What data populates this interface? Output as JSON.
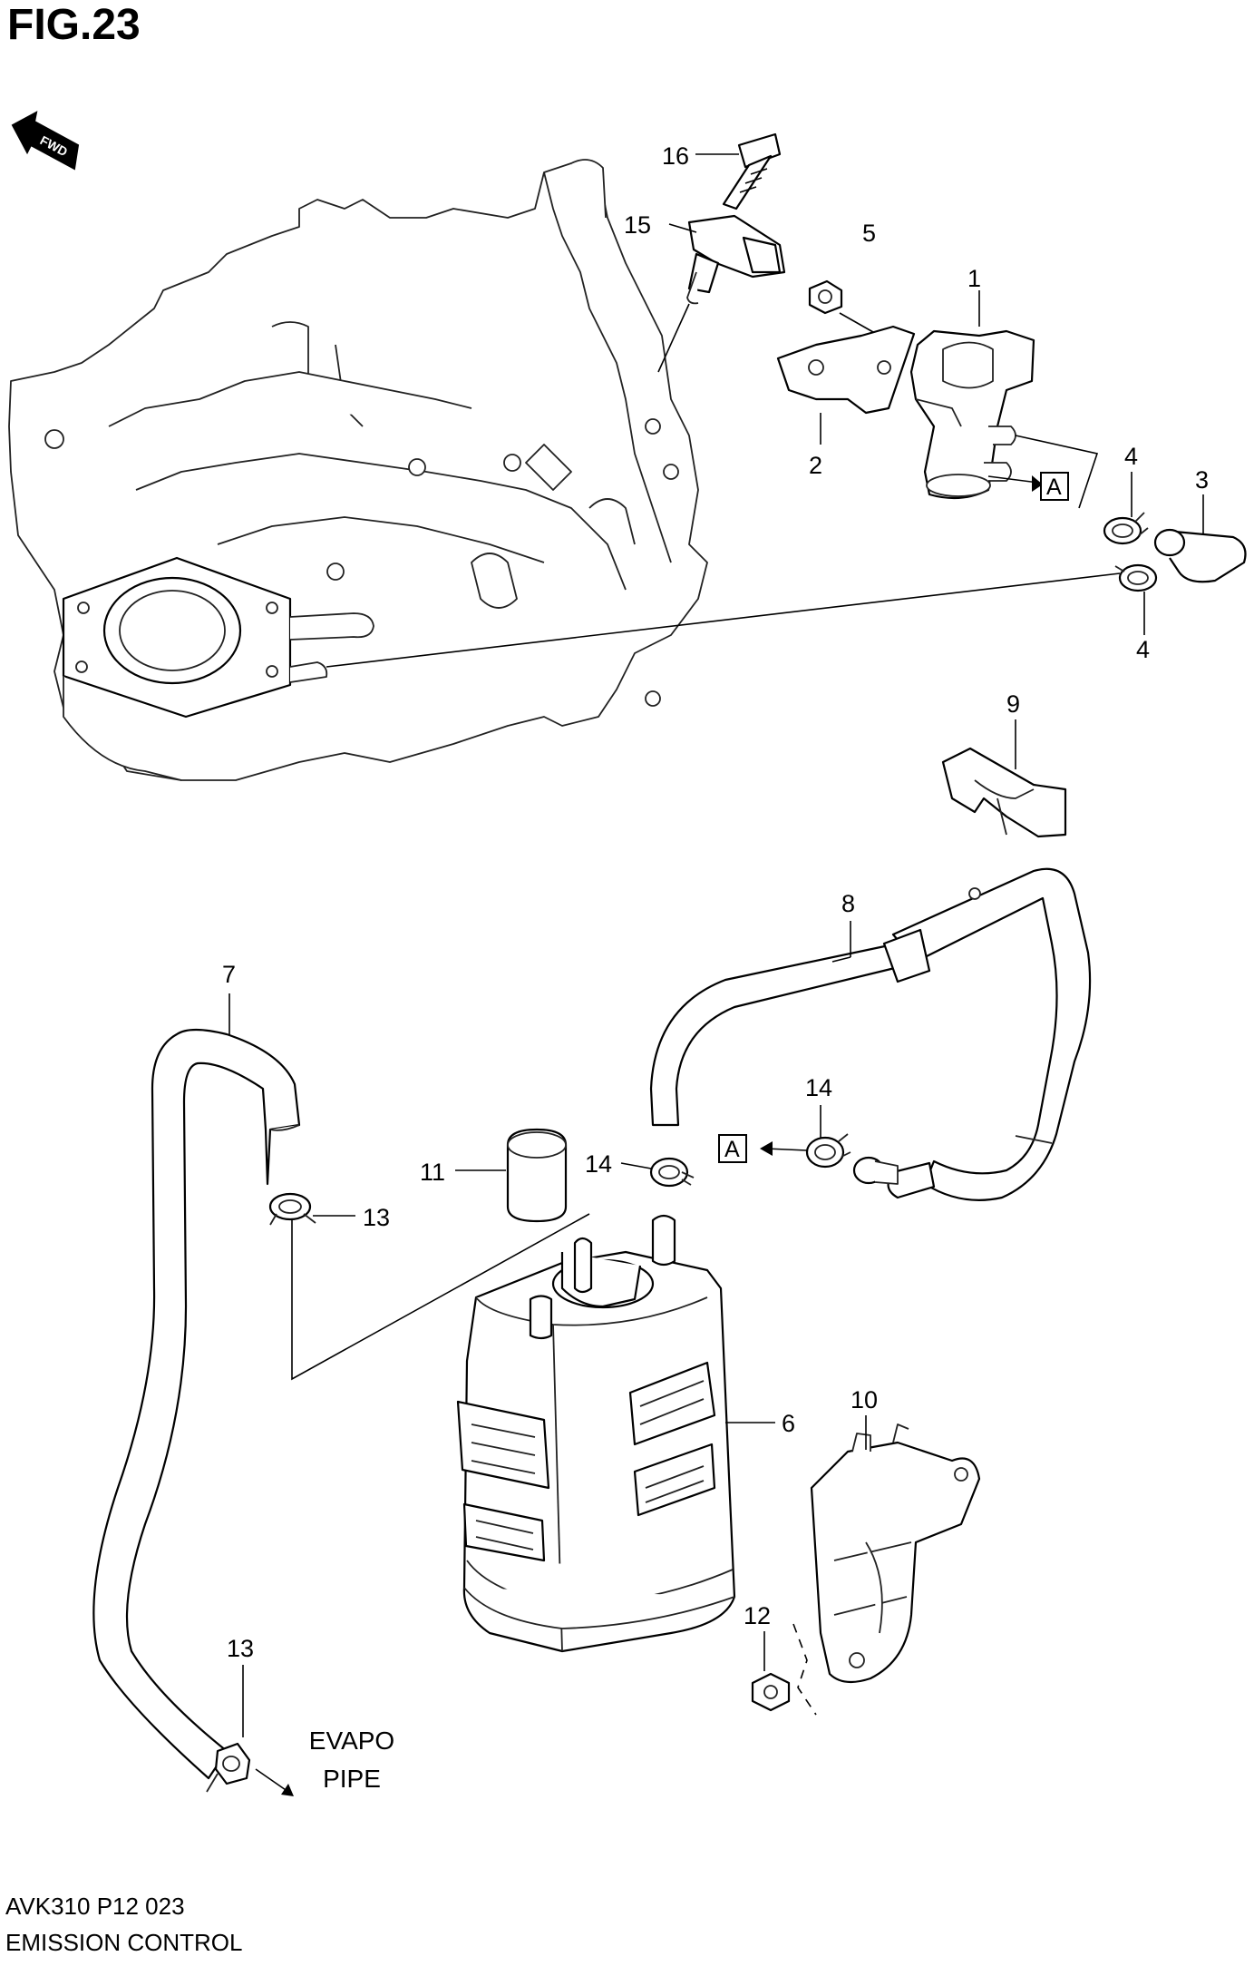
{
  "header": {
    "title": "FIG.23"
  },
  "fwd_label": "FWD",
  "callouts": {
    "c1": "1",
    "c2": "2",
    "c3": "3",
    "c4a": "4",
    "c4b": "4",
    "c5": "5",
    "c6": "6",
    "c7": "7",
    "c8": "8",
    "c9": "9",
    "c10": "10",
    "c11": "11",
    "c12": "12",
    "c13a": "13",
    "c13b": "13",
    "c14a": "14",
    "c14b": "14",
    "c15": "15",
    "c16": "16"
  },
  "reference_boxes": {
    "a1": "A",
    "a2": "A"
  },
  "destination": {
    "line1": "EVAPO",
    "line2": "PIPE"
  },
  "footer": {
    "code": "AVK310 P12 023",
    "name": "EMISSION CONTROL"
  }
}
